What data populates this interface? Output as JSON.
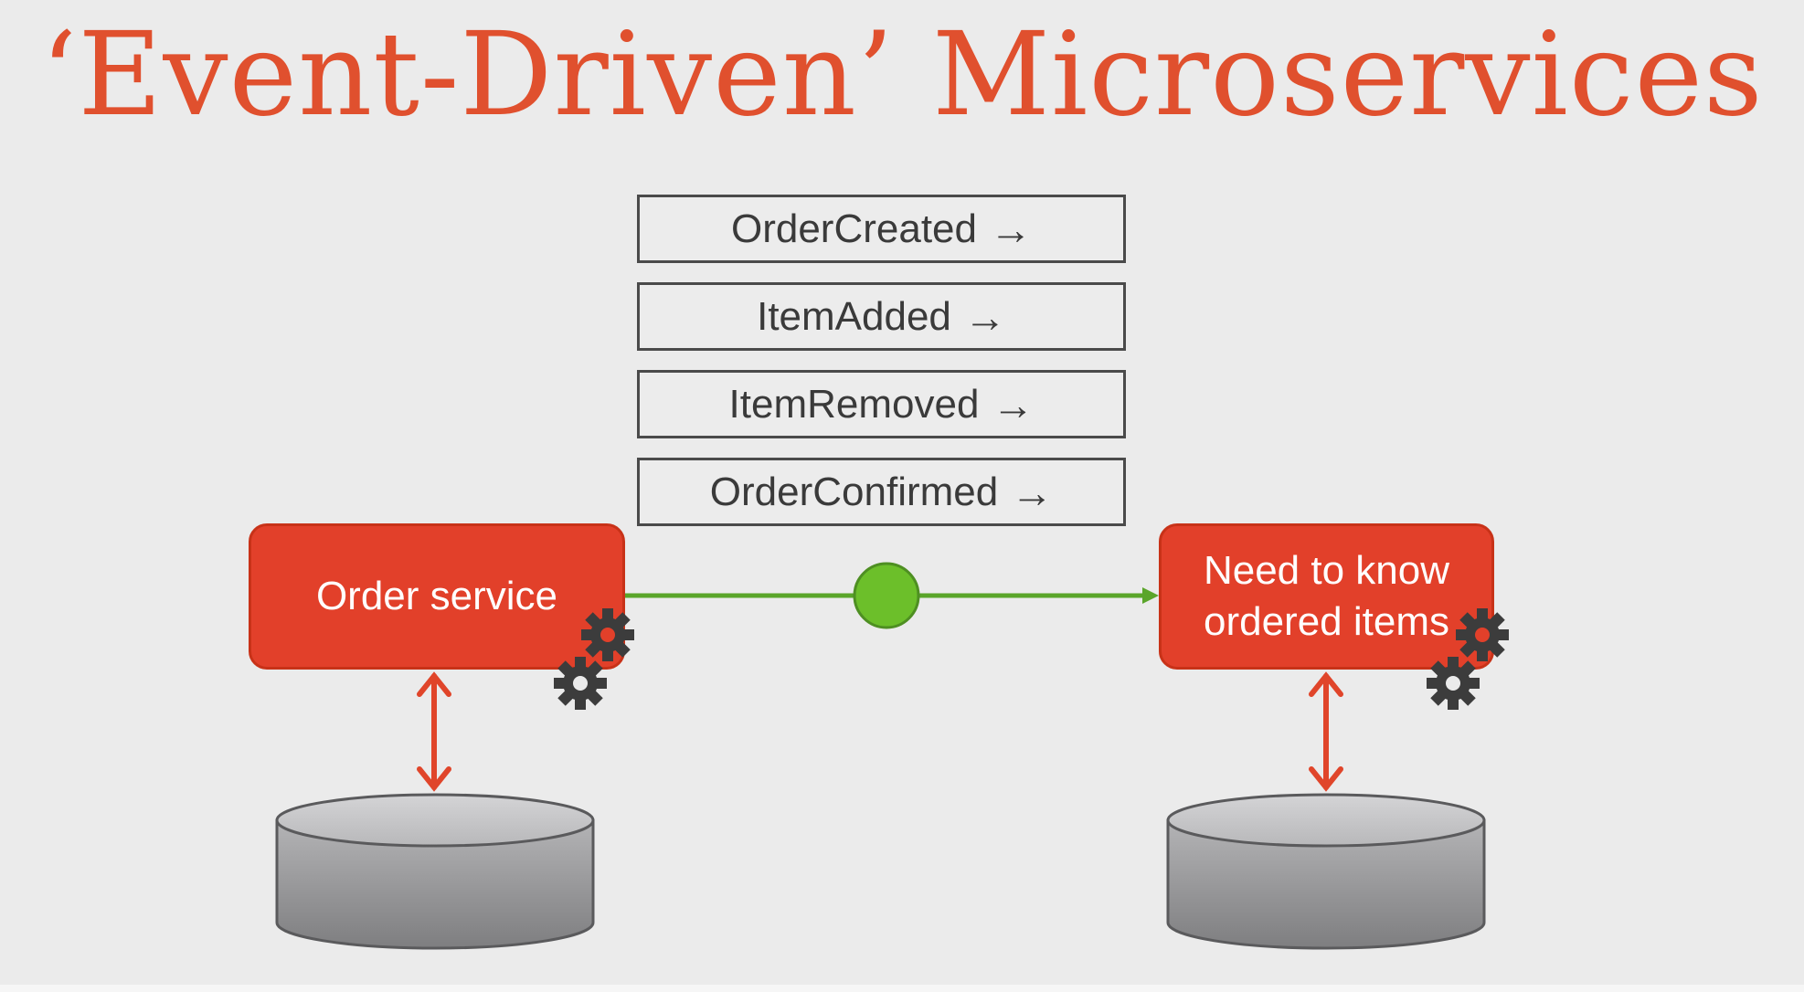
{
  "slide": {
    "title": "‘Event-Driven’ Microservices"
  },
  "events": [
    {
      "label": "OrderCreated",
      "arrow": "→"
    },
    {
      "label": "ItemAdded",
      "arrow": "→"
    },
    {
      "label": "ItemRemoved",
      "arrow": "→"
    },
    {
      "label": "OrderConfirmed",
      "arrow": "→"
    }
  ],
  "services": {
    "producer": {
      "label": "Order service"
    },
    "consumer": {
      "line1": "Need to know",
      "line2": "ordered items"
    }
  },
  "colors": {
    "title": "#e0502e",
    "service_fill": "#e2402a",
    "link_green": "#5aa52a",
    "event_dot": "#6cbf2a",
    "db_arrow": "#e0452a",
    "gear": "#3c3c3c",
    "database": "#9a9a9c"
  },
  "icons": {
    "gear": "gear-icon",
    "database": "database-icon"
  }
}
